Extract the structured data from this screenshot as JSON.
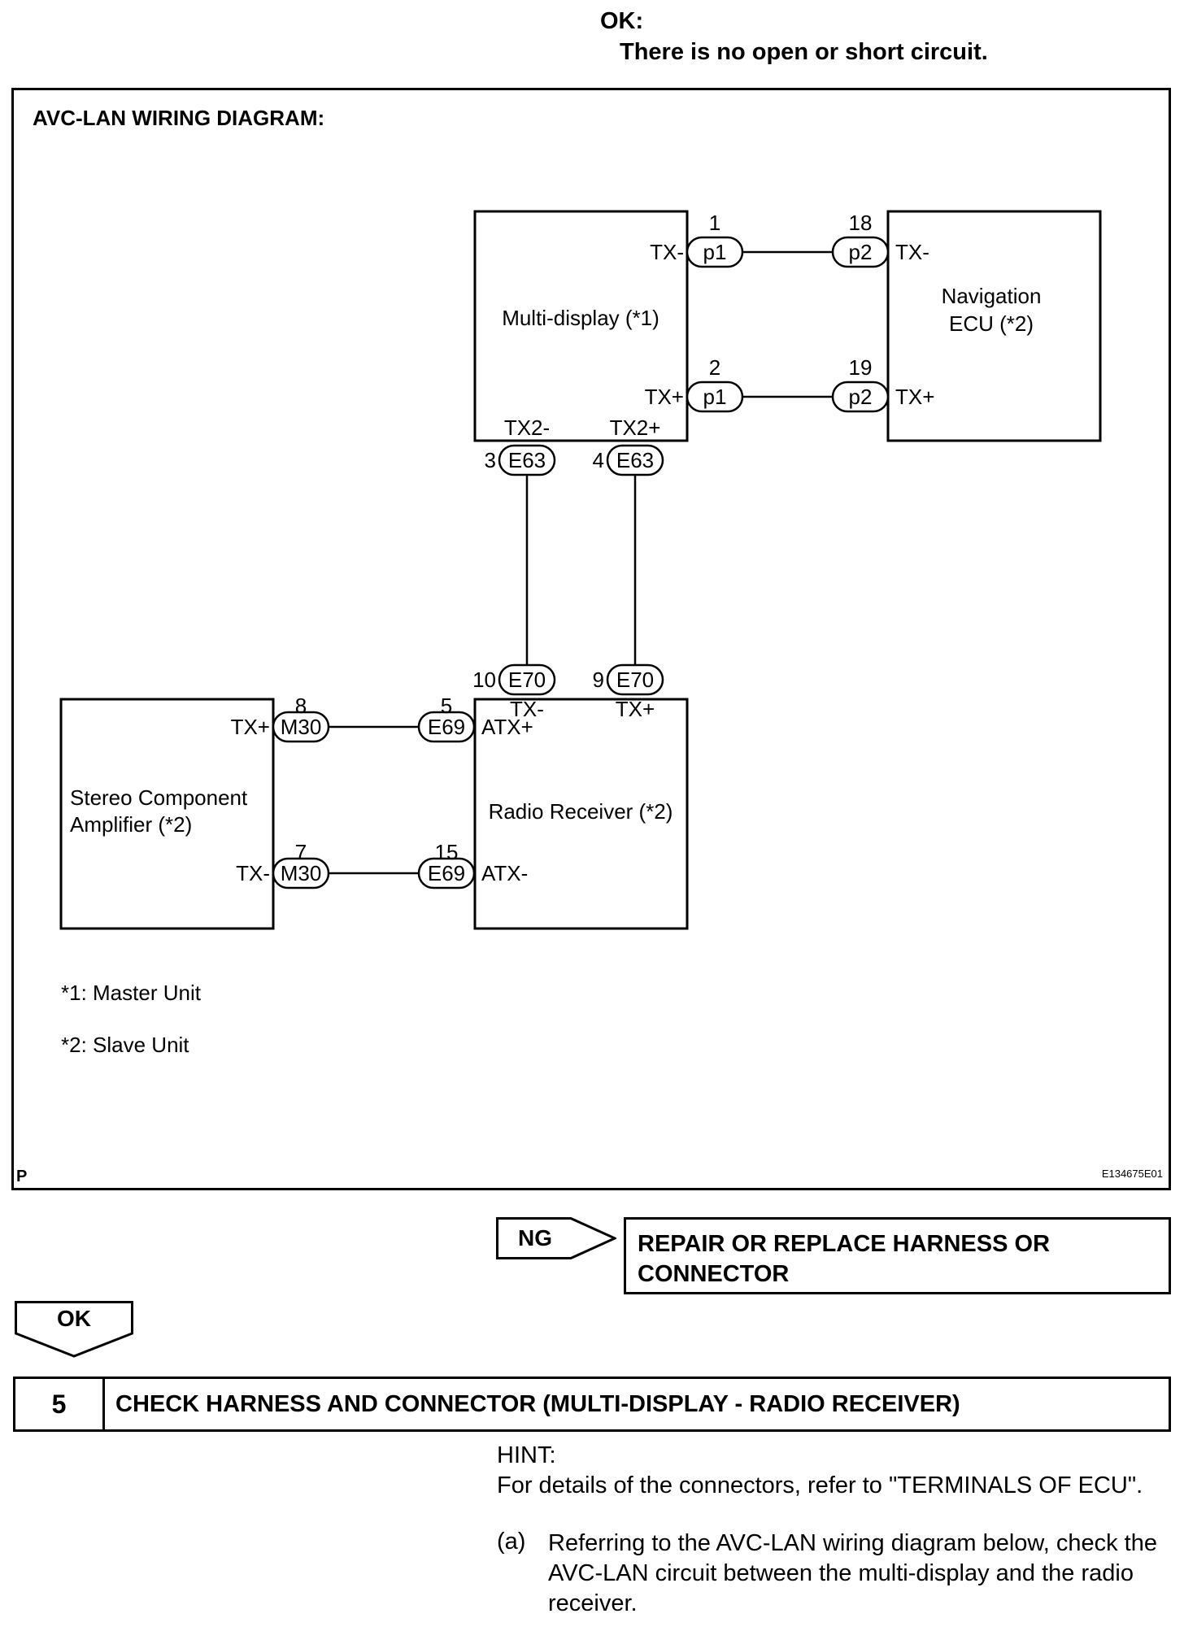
{
  "header": {
    "ok_label": "OK:",
    "ok_text": "There is no open or short circuit."
  },
  "diagram": {
    "title": "AVC-LAN WIRING DIAGRAM:",
    "corner_letter": "P",
    "figure_code": "E134675E01",
    "components": {
      "multi_display": "Multi-display (*1)",
      "navigation_ecu_line1": "Navigation",
      "navigation_ecu_line2": "ECU (*2)",
      "radio_receiver": "Radio Receiver (*2)",
      "stereo_amp_line1": "Stereo Component",
      "stereo_amp_line2": "Amplifier (*2)"
    },
    "terminals": {
      "md_tx_minus": "TX-",
      "md_tx_plus": "TX+",
      "md_tx2_minus": "TX2-",
      "md_tx2_plus": "TX2+",
      "nav_tx_minus": "TX-",
      "nav_tx_plus": "TX+",
      "rr_tx_minus": "TX-",
      "rr_tx_plus": "TX+",
      "rr_atx_plus": "ATX+",
      "rr_atx_minus": "ATX-",
      "amp_tx_plus": "TX+",
      "amp_tx_minus": "TX-"
    },
    "connectors": {
      "p1_a": "p1",
      "p1_b": "p1",
      "p2_a": "p2",
      "p2_b": "p2",
      "e63_a": "E63",
      "e63_b": "E63",
      "e70_a": "E70",
      "e70_b": "E70",
      "m30_a": "M30",
      "m30_b": "M30",
      "e69_a": "E69",
      "e69_b": "E69"
    },
    "pins": {
      "p1_tx_minus": "1",
      "p1_tx_plus": "2",
      "p2_tx_minus": "18",
      "p2_tx_plus": "19",
      "e63_tx2_minus": "3",
      "e63_tx2_plus": "4",
      "e70_tx_minus": "10",
      "e70_tx_plus": "9",
      "m30_tx_plus": "8",
      "m30_tx_minus": "7",
      "e69_atx_plus": "5",
      "e69_atx_minus": "15"
    },
    "notes": {
      "note1": "*1: Master Unit",
      "note2": "*2: Slave Unit"
    }
  },
  "result_ng": {
    "label": "NG",
    "action_line1": "REPAIR OR REPLACE HARNESS OR",
    "action_line2": "CONNECTOR"
  },
  "result_ok": {
    "label": "OK"
  },
  "step": {
    "number": "5",
    "title": "CHECK HARNESS AND CONNECTOR (MULTI-DISPLAY - RADIO RECEIVER)",
    "hint_label": "HINT:",
    "hint_text": "For details of the connectors, refer to \"TERMINALS OF ECU\".",
    "sub_a_marker": "(a)",
    "sub_a_text": "Referring to the AVC-LAN wiring diagram below, check the AVC-LAN circuit between the multi-display and the radio receiver."
  }
}
